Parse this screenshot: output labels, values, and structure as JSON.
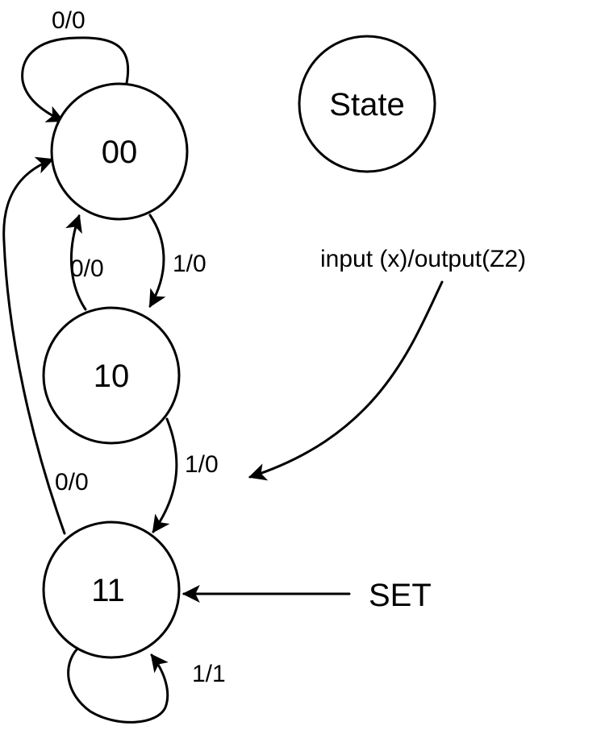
{
  "diagram": {
    "type": "state-machine",
    "states": [
      {
        "id": "s00",
        "label": "00"
      },
      {
        "id": "s10",
        "label": "10"
      },
      {
        "id": "s11",
        "label": "11"
      }
    ],
    "transitions": [
      {
        "from": "00",
        "to": "00",
        "label": "0/0"
      },
      {
        "from": "00",
        "to": "10",
        "label": "1/0"
      },
      {
        "from": "10",
        "to": "00",
        "label": "0/0"
      },
      {
        "from": "10",
        "to": "11",
        "label": "1/0"
      },
      {
        "from": "11",
        "to": "00",
        "label": "0/0"
      },
      {
        "from": "11",
        "to": "11",
        "label": "1/1"
      }
    ],
    "legend": {
      "state_label": "State",
      "edge_label": "input (x)/output(Z2)"
    },
    "set_label": "SET",
    "colors": {
      "stroke": "#000000",
      "background": "#ffffff"
    }
  }
}
